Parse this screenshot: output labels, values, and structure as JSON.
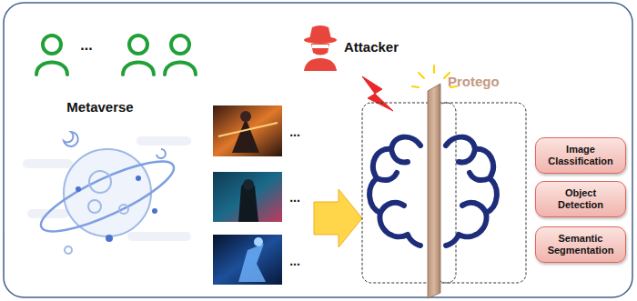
{
  "diagram": {
    "nodes": [
      {
        "text": [
          "Image Classification"
        ]
      },
      {
        "text": [
          "Object Detection"
        ]
      },
      {
        "text": [
          "Semantic Segmentation"
        ]
      }
    ],
    "labels": [
      "...",
      "Metaverse",
      "Attacker",
      "Protego",
      "...",
      "...",
      "..."
    ]
  }
}
